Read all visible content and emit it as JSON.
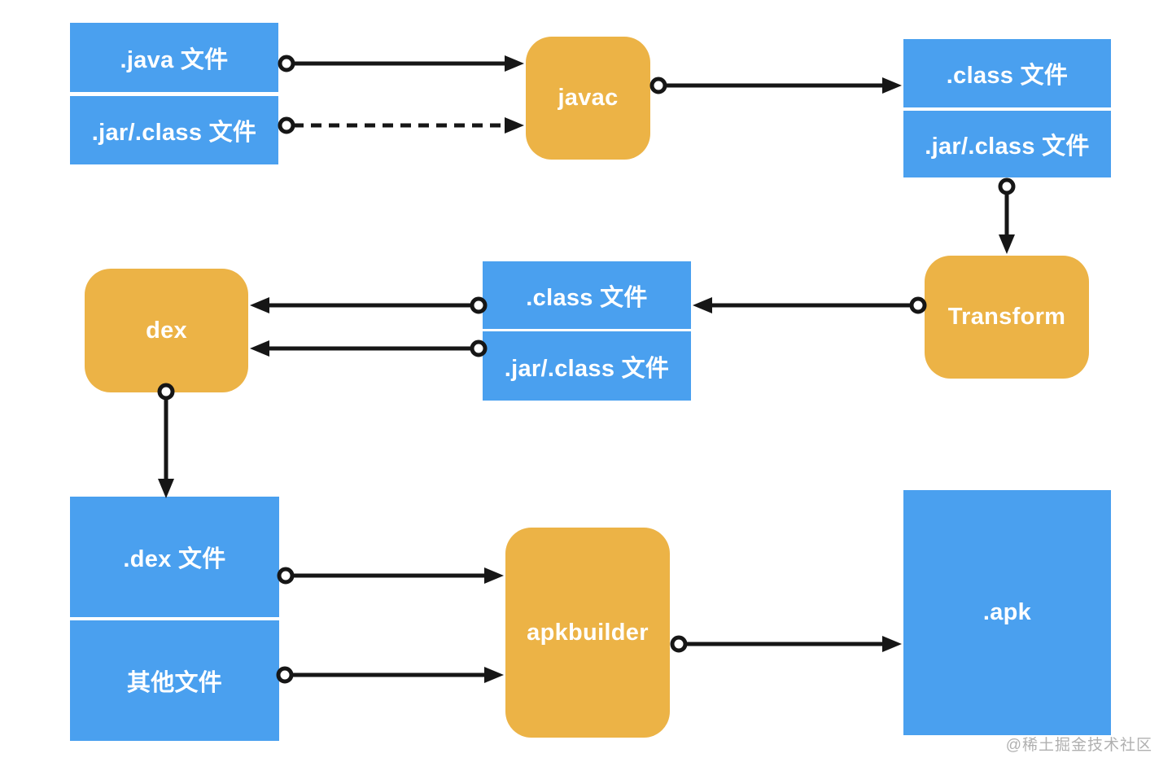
{
  "diagram": {
    "colors": {
      "file_box_blue": "#4AA0EF",
      "tool_box_orange": "#ECB346",
      "arrow_black": "#161616",
      "label_text": "#FFFFFF",
      "watermark_gray": "#919191"
    },
    "nodes": {
      "java_file": {
        "label": ".java 文件"
      },
      "jar_class_top_left": {
        "label": ".jar/.class 文件"
      },
      "javac": {
        "label": "javac"
      },
      "class_file_top": {
        "label": ".class 文件"
      },
      "jar_class_top_right": {
        "label": ".jar/.class 文件"
      },
      "transform": {
        "label": "Transform"
      },
      "class_file_mid": {
        "label": ".class 文件"
      },
      "jar_class_mid": {
        "label": ".jar/.class 文件"
      },
      "dex": {
        "label": "dex"
      },
      "dex_file": {
        "label": ".dex 文件"
      },
      "other_files": {
        "label": "其他文件"
      },
      "apkbuilder": {
        "label": "apkbuilder"
      },
      "apk": {
        "label": ".apk"
      }
    },
    "watermark": {
      "text": "@稀土掘金技术社区"
    }
  }
}
